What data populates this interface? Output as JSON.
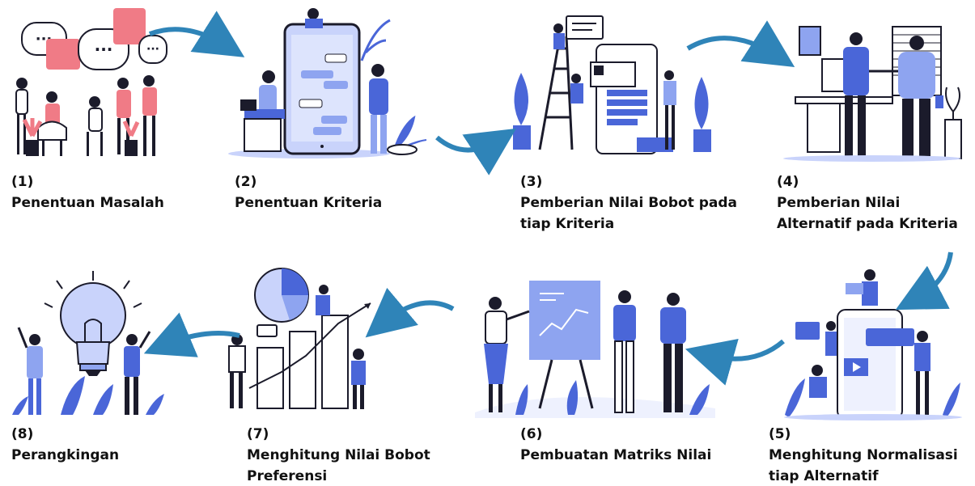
{
  "colors": {
    "blue": "#4a66d8",
    "light_blue": "#8ea4f0",
    "pale_blue": "#c9d3fb",
    "teal_arrow": "#2f84b8",
    "pink": "#f07b86",
    "dark": "#1b1b2b"
  },
  "steps": [
    {
      "number": "(1)",
      "title": "Penentuan Masalah",
      "illustration": "people-discussion-chat-bubbles"
    },
    {
      "number": "(2)",
      "title": "Penentuan Kriteria",
      "illustration": "people-with-giant-phone-chat"
    },
    {
      "number": "(3)",
      "title": "Pemberian Nilai Bobot pada tiap Kriteria",
      "illustration": "people-building-ui-on-ladder"
    },
    {
      "number": "(4)",
      "title": "Pemberian Nilai Alternatif pada Kriteria",
      "illustration": "business-handshake-office"
    },
    {
      "number": "(5)",
      "title": "Menghitung Normalisasi tiap Alternatif",
      "illustration": "people-around-phone-video-app"
    },
    {
      "number": "(6)",
      "title": "Pembuatan Matriks Nilai",
      "illustration": "presentation-board-growth-chart"
    },
    {
      "number": "(7)",
      "title": "Menghitung Nilai Bobot Preferensi",
      "illustration": "people-with-bar-and-pie-chart"
    },
    {
      "number": "(8)",
      "title": "Perangkingan",
      "illustration": "people-with-big-lightbulb"
    }
  ]
}
